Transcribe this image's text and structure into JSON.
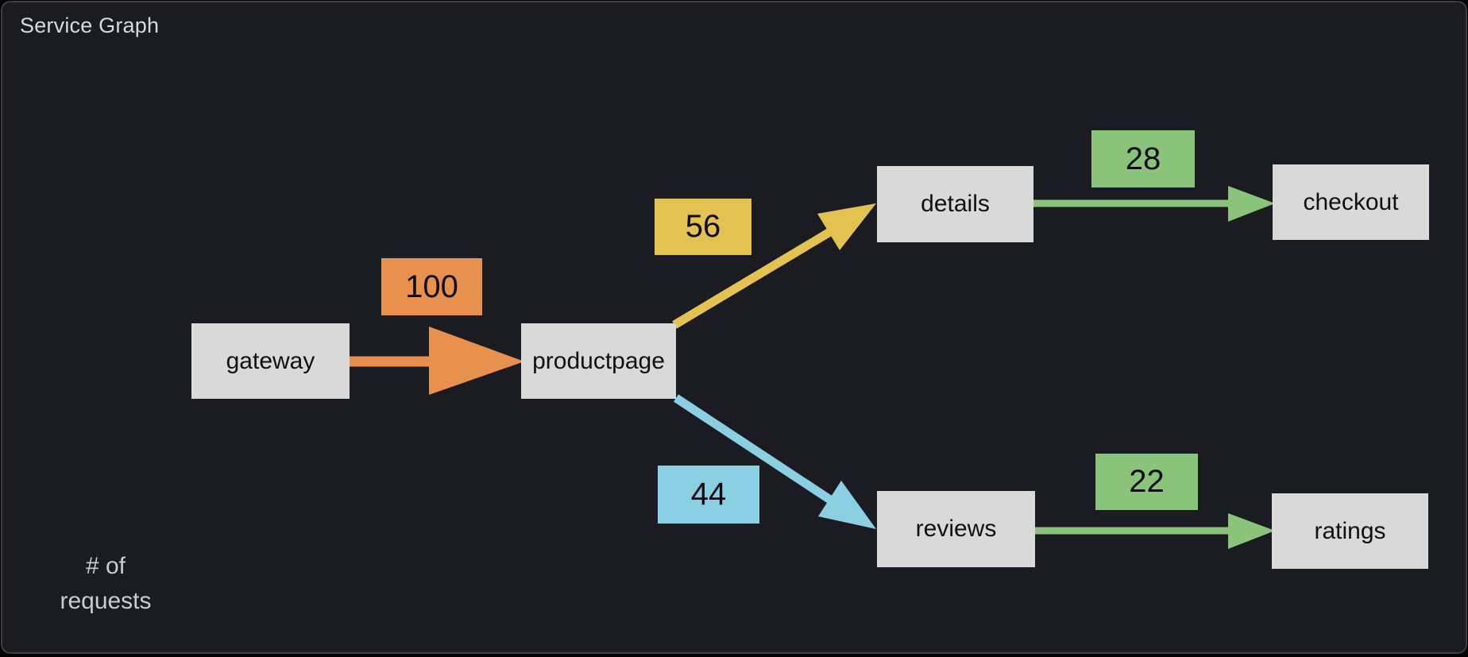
{
  "panel": {
    "title": "Service Graph"
  },
  "legend": {
    "line1": "# of",
    "line2": "requests"
  },
  "colors": {
    "panel_bg": "#1b1c21",
    "panel_border": "#3e4046",
    "title_text": "#d8d9de",
    "legend_text": "#cbccd3",
    "node_fill": "#d9d9d9",
    "node_text": "#101010",
    "edge_orange": "#e8914e",
    "edge_yellow": "#e4c251",
    "edge_cyan": "#8ad0e2",
    "edge_green": "#8ac47b"
  },
  "nodes": [
    {
      "id": "gateway",
      "label": "gateway"
    },
    {
      "id": "productpage",
      "label": "productpage"
    },
    {
      "id": "details",
      "label": "details"
    },
    {
      "id": "checkout",
      "label": "checkout"
    },
    {
      "id": "reviews",
      "label": "reviews"
    },
    {
      "id": "ratings",
      "label": "ratings"
    }
  ],
  "edges": [
    {
      "from": "gateway",
      "to": "productpage",
      "value": "100",
      "color": "orange"
    },
    {
      "from": "productpage",
      "to": "details",
      "value": "56",
      "color": "yellow"
    },
    {
      "from": "productpage",
      "to": "reviews",
      "value": "44",
      "color": "cyan"
    },
    {
      "from": "details",
      "to": "checkout",
      "value": "28",
      "color": "green"
    },
    {
      "from": "reviews",
      "to": "ratings",
      "value": "22",
      "color": "green"
    }
  ]
}
